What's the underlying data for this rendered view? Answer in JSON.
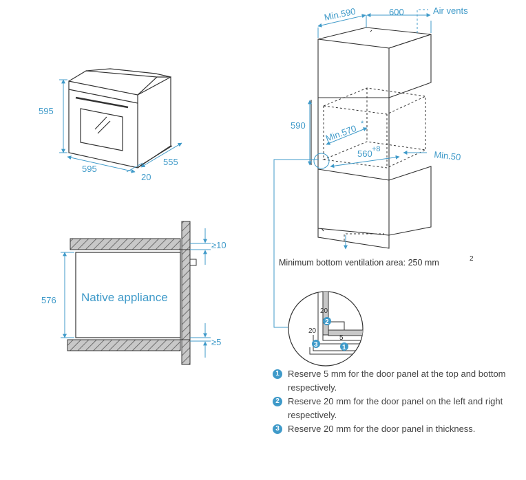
{
  "oven_view": {
    "height": "595",
    "width": "595",
    "depth": "555",
    "panel": "20"
  },
  "section_view": {
    "height": "576",
    "label": "Native appliance",
    "top_gap": "≥10",
    "bottom_gap": "≥5"
  },
  "cabinet_view": {
    "min_width": "Min.590",
    "width": "600",
    "air_vents": "Air vents",
    "height": "590",
    "min_depth": "Min.570",
    "min_depth_sup": "*",
    "depth": "560",
    "depth_sup": "+8",
    "min_gap": "Min.50",
    "ventilation_text": "Minimum bottom ventilation area: 250 mm",
    "ventilation_sup": "2"
  },
  "detail": {
    "d20_top": "20",
    "d20_left": "20",
    "d5": "5",
    "badges": [
      "1",
      "2",
      "3"
    ]
  },
  "notes": [
    {
      "badge": "1",
      "text": "Reserve 5 mm for the door panel at the top and bottom respectively."
    },
    {
      "badge": "2",
      "text": "Reserve 20 mm for the door panel on the left and right respectively."
    },
    {
      "badge": "3",
      "text": "Reserve 20 mm for the door panel in thickness."
    }
  ],
  "colors": {
    "accent": "#3f9ac9",
    "line": "#333333",
    "hatch": "#8c8c8c"
  }
}
